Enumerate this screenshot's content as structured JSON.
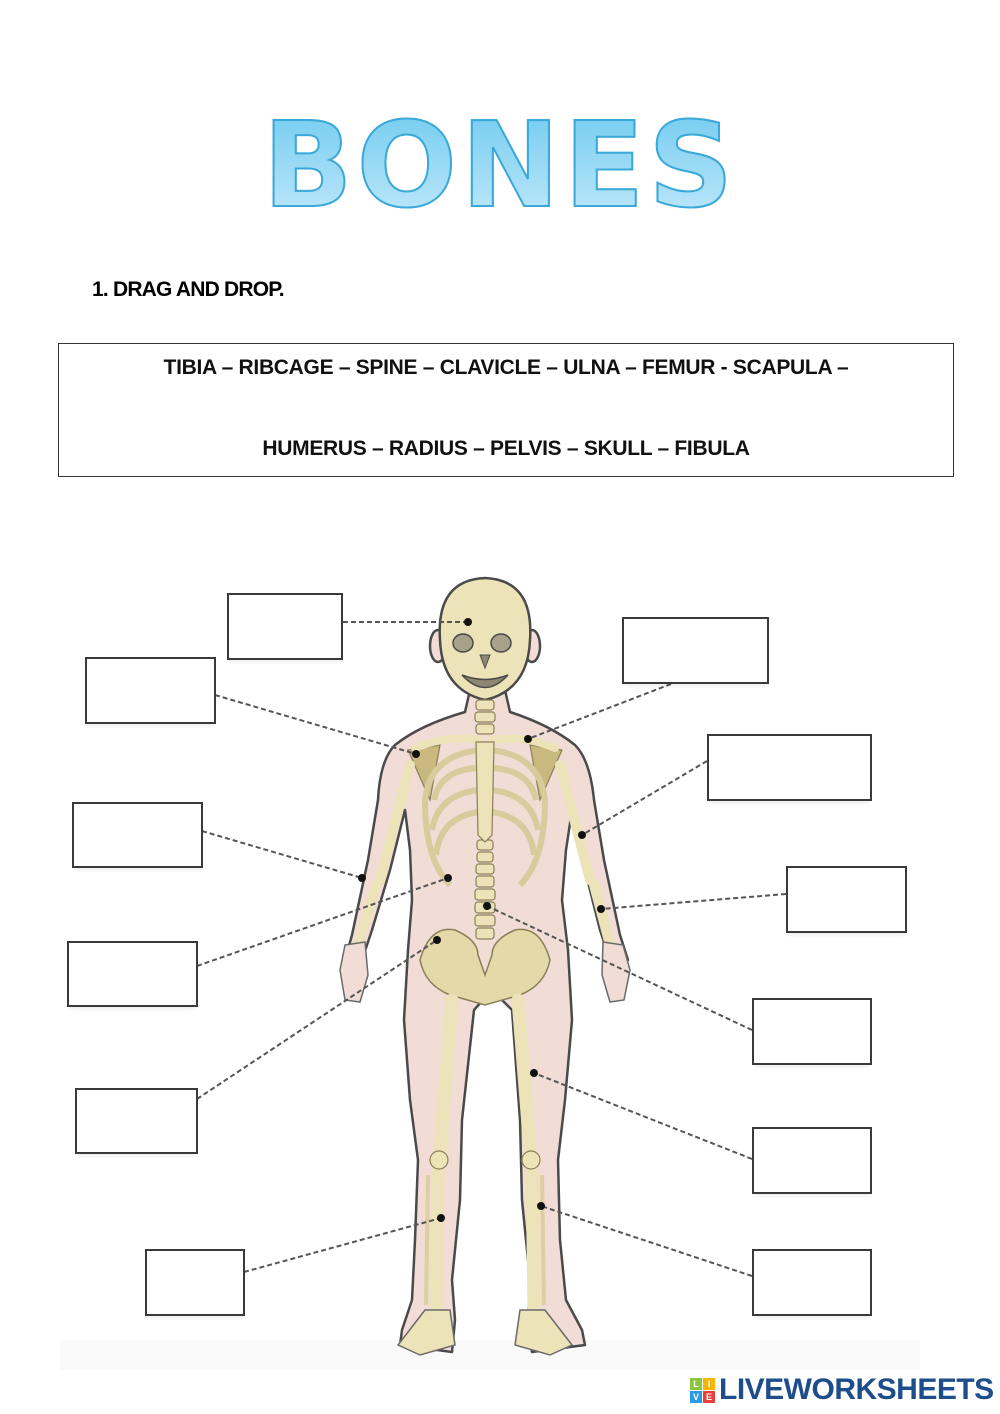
{
  "title": "BONES",
  "instruction": "1. DRAG AND DROP.",
  "word_bank": {
    "line1": "TIBIA – RIBCAGE –  SPINE  –  CLAVICLE – ULNA – FEMUR -  SCAPULA  –",
    "line2": "HUMERUS – RADIUS – PELVIS – SKULL – FIBULA",
    "words": [
      "TIBIA",
      "RIBCAGE",
      "SPINE",
      "CLAVICLE",
      "ULNA",
      "FEMUR",
      "SCAPULA",
      "HUMERUS",
      "RADIUS",
      "PELVIS",
      "SKULL",
      "FIBULA"
    ]
  },
  "answer_boxes": [
    {
      "id": "left-1",
      "value": "",
      "target": "skull"
    },
    {
      "id": "left-2",
      "value": "",
      "target": "scapula"
    },
    {
      "id": "left-3",
      "value": "",
      "target": "radius"
    },
    {
      "id": "left-4",
      "value": "",
      "target": "ribcage"
    },
    {
      "id": "left-5",
      "value": "",
      "target": "pelvis"
    },
    {
      "id": "left-6",
      "value": "",
      "target": "tibia"
    },
    {
      "id": "right-1",
      "value": "",
      "target": "clavicle"
    },
    {
      "id": "right-2",
      "value": "",
      "target": "humerus"
    },
    {
      "id": "right-3",
      "value": "",
      "target": "ulna"
    },
    {
      "id": "right-4",
      "value": "",
      "target": "spine"
    },
    {
      "id": "right-5",
      "value": "",
      "target": "femur"
    },
    {
      "id": "right-6",
      "value": "",
      "target": "fibula"
    }
  ],
  "colors": {
    "title_fill": "#8fd4f2",
    "title_stroke": "#3aa8d8",
    "bone": "#ece3b8",
    "bone_shadow": "#b9ab74",
    "skin": "#f1dcd6",
    "outline": "#4a4a4a",
    "brand": "#1e4d8c"
  },
  "brand": {
    "logo_letters": [
      "L",
      "I",
      "V",
      "E"
    ],
    "logo_colors": [
      "#8cc63f",
      "#f7b500",
      "#2b9ae0",
      "#e8403a"
    ],
    "name": "LIVEWORKSHEETS"
  }
}
